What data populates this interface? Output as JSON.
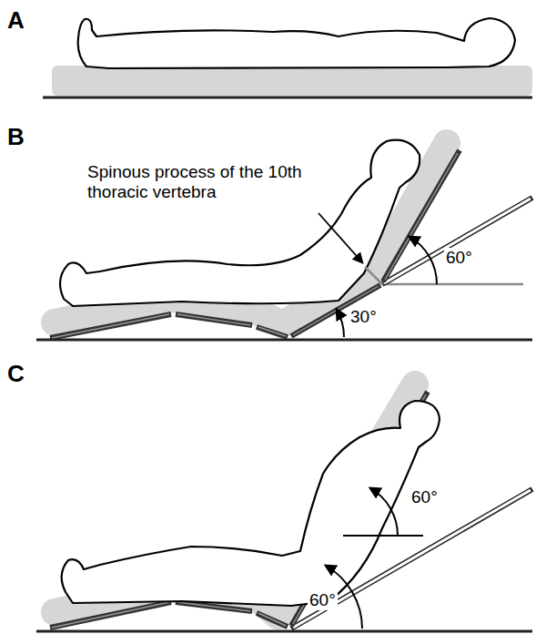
{
  "diagram": {
    "labels": [
      "A",
      "B",
      "Spinous process of the 10th thoracic vertebra",
      "60°",
      "30°",
      "C",
      "60°",
      "60°"
    ]
  }
}
